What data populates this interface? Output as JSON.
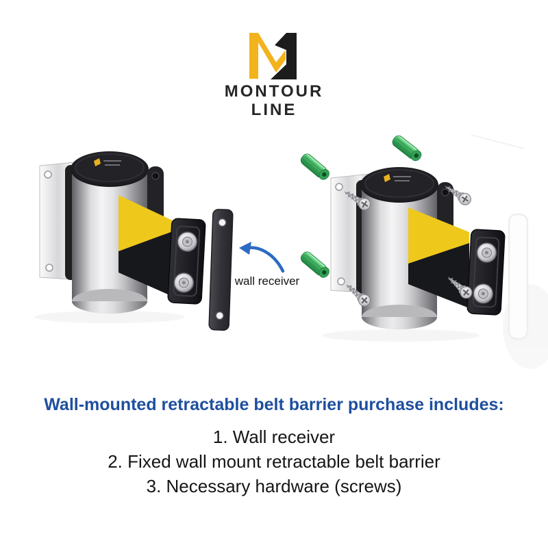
{
  "brand": {
    "line1": "MONTOUR",
    "line2": "LINE"
  },
  "figure": {
    "annotation": {
      "label": "wall receiver"
    }
  },
  "content": {
    "heading": "Wall-mounted retractable belt barrier purchase includes:",
    "items": [
      "1. Wall receiver",
      "2. Fixed wall mount retractable belt barrier",
      "3. Necessary hardware (screws)"
    ]
  },
  "colors": {
    "brand_yellow": "#F2B31C",
    "logo_black": "#1C1C1C",
    "heading_blue": "#1E4F9E",
    "body_text": "#151515",
    "arrow_blue": "#2B6BC3",
    "anchor_green": "#3BA75A",
    "belt_yellow": "#EFC81C",
    "belt_black": "#17181C",
    "steel_silver": "#D9D9DB",
    "receiver_gray": "#3A3A3E"
  }
}
